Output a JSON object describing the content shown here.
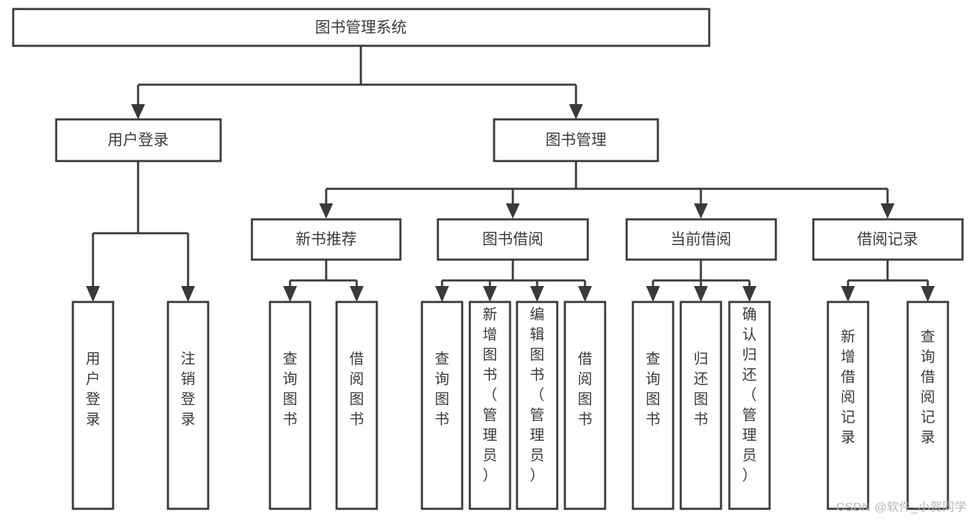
{
  "diagram": {
    "type": "tree",
    "title": "图书管理系统",
    "background_color": "#ffffff",
    "box_stroke_color": "#3a3a3a",
    "text_color": "#3c3c3c",
    "root": {
      "id": "root",
      "label": "图书管理系统",
      "orientation": "horizontal"
    },
    "level1": [
      {
        "id": "user-login",
        "label": "用户登录",
        "orientation": "horizontal"
      },
      {
        "id": "book-manage",
        "label": "图书管理",
        "orientation": "horizontal"
      }
    ],
    "level2": [
      {
        "id": "new-book-recommend",
        "label": "新书推荐",
        "orientation": "horizontal",
        "parent": "book-manage"
      },
      {
        "id": "book-borrow",
        "label": "图书借阅",
        "orientation": "horizontal",
        "parent": "book-manage"
      },
      {
        "id": "current-borrow",
        "label": "当前借阅",
        "orientation": "horizontal",
        "parent": "book-manage"
      },
      {
        "id": "borrow-record",
        "label": "借阅记录",
        "orientation": "horizontal",
        "parent": "book-manage"
      }
    ],
    "leaves": [
      {
        "id": "leaf-user-login",
        "label": "用户登录",
        "orientation": "vertical",
        "parent": "user-login"
      },
      {
        "id": "leaf-user-logout",
        "label": "注销登录",
        "orientation": "vertical",
        "parent": "user-login"
      },
      {
        "id": "leaf-query-book-1",
        "label": "查询图书",
        "orientation": "vertical",
        "parent": "new-book-recommend"
      },
      {
        "id": "leaf-borrow-book-1",
        "label": "借阅图书",
        "orientation": "vertical",
        "parent": "new-book-recommend"
      },
      {
        "id": "leaf-query-book-2",
        "label": "查询图书",
        "orientation": "vertical",
        "parent": "book-borrow"
      },
      {
        "id": "leaf-add-book",
        "label": "新增图书（管理员）",
        "orientation": "vertical",
        "parent": "book-borrow"
      },
      {
        "id": "leaf-edit-book",
        "label": "编辑图书（管理员）",
        "orientation": "vertical",
        "parent": "book-borrow"
      },
      {
        "id": "leaf-borrow-book-2",
        "label": "借阅图书",
        "orientation": "vertical",
        "parent": "book-borrow"
      },
      {
        "id": "leaf-query-book-3",
        "label": "查询图书",
        "orientation": "vertical",
        "parent": "current-borrow"
      },
      {
        "id": "leaf-return-book",
        "label": "归还图书",
        "orientation": "vertical",
        "parent": "current-borrow"
      },
      {
        "id": "leaf-confirm-return",
        "label": "确认归还（管理员）",
        "orientation": "vertical",
        "parent": "current-borrow"
      },
      {
        "id": "leaf-add-record",
        "label": "新增借阅记录",
        "orientation": "vertical",
        "parent": "borrow-record"
      },
      {
        "id": "leaf-query-record",
        "label": "查询借阅记录",
        "orientation": "vertical",
        "parent": "borrow-record"
      }
    ]
  },
  "watermark": {
    "text": "CSDN @软件_小贺同学"
  }
}
